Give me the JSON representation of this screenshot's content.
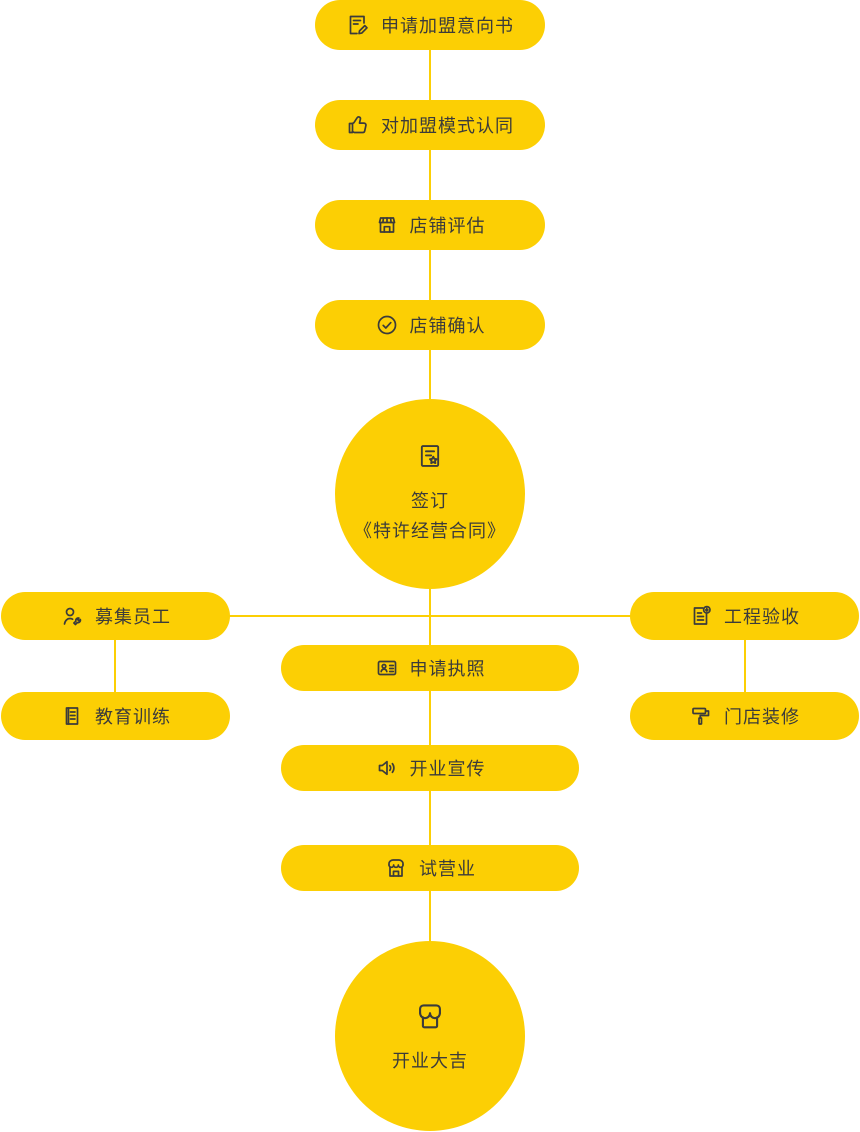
{
  "colors": {
    "node_fill": "#fccf04",
    "text": "#3b3b3b",
    "background": "#ffffff"
  },
  "flow": {
    "top_steps": [
      {
        "label": "申请加盟意向书",
        "icon": "document-edit-icon"
      },
      {
        "label": "对加盟模式认同",
        "icon": "thumbs-up-icon"
      },
      {
        "label": "店铺评估",
        "icon": "storefront-icon"
      },
      {
        "label": "店铺确认",
        "icon": "check-circle-icon"
      }
    ],
    "contract_circle": {
      "line1": "签订",
      "line2": "《特许经营合同》",
      "icon": "contract-seal-icon"
    },
    "left_branch": [
      {
        "label": "募集员工",
        "icon": "recruit-person-wrench-icon"
      },
      {
        "label": "教育训练",
        "icon": "training-document-icon"
      }
    ],
    "right_branch": [
      {
        "label": "工程验收",
        "icon": "inspection-document-icon"
      },
      {
        "label": "门店装修",
        "icon": "paint-roller-icon"
      }
    ],
    "middle_steps": [
      {
        "label": "申请执照",
        "icon": "license-card-icon"
      },
      {
        "label": "开业宣传",
        "icon": "loudspeaker-icon"
      },
      {
        "label": "试营业",
        "icon": "shop-icon"
      }
    ],
    "opening_circle": {
      "label": "开业大吉",
      "icon": "store-open-icon"
    }
  }
}
